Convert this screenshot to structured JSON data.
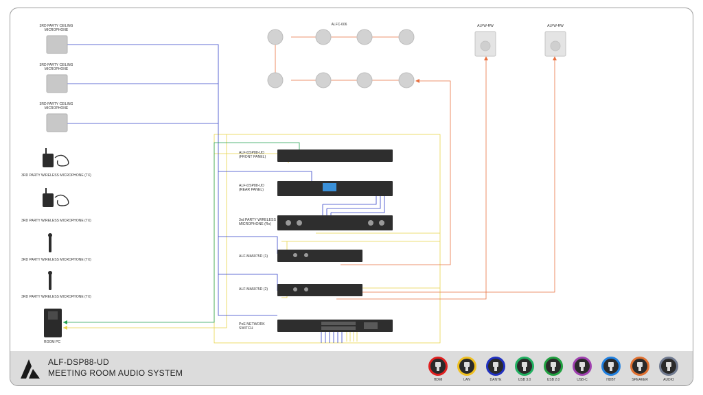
{
  "diagram": {
    "speaker_group_label": "ALFC-606",
    "wall_speakers": [
      {
        "label": "ALFW-RW"
      },
      {
        "label": "ALFW-RW"
      }
    ],
    "sources": [
      {
        "label": "3rd PARTY CEILING\nMICROPHONE",
        "icon": "ceiling-microphone-icon"
      },
      {
        "label": "3rd PARTY CEILING\nMICROPHONE",
        "icon": "ceiling-microphone-icon"
      },
      {
        "label": "3rd PARTY CEILING\nMICROPHONE",
        "icon": "ceiling-microphone-icon"
      },
      {
        "label": "3rd PARTY WIRELESS MICROPHONE (Tx)",
        "icon": "bodypack-transmitter-icon"
      },
      {
        "label": "3rd PARTY WIRELESS MICROPHONE (Tx)",
        "icon": "bodypack-transmitter-icon"
      },
      {
        "label": "3rd PARTY WIRELESS MICROPHONE (Tx)",
        "icon": "handheld-microphone-icon"
      },
      {
        "label": "3rd PARTY WIRELESS MICROPHONE (Tx)",
        "icon": "handheld-microphone-icon"
      },
      {
        "label": "ROOM PC",
        "icon": "room-pc-icon"
      }
    ],
    "rack_devices": [
      {
        "label": "ALF-DSP88-UD\n(FRONT PANEL)"
      },
      {
        "label": "ALF-DSP88-UD\n(REAR PANEL)"
      },
      {
        "label": "3rd PARTY WIRELESS\nMICROPHONE (Rx)"
      },
      {
        "label": "ALF-MA5075D (1)"
      },
      {
        "label": "ALF-MA5075D (2)"
      },
      {
        "label": "PoE NETWORK\nSWITCH"
      }
    ]
  },
  "footer": {
    "title_line1": "ALF-DSP88-UD",
    "title_line2": "MEETING ROOM AUDIO SYSTEM"
  },
  "legend": [
    {
      "label": "HDMI",
      "color": "#e02020"
    },
    {
      "label": "LAN",
      "color": "#f0c020"
    },
    {
      "label": "DANTE",
      "color": "#2030c0"
    },
    {
      "label": "USB 3.0",
      "color": "#20b060"
    },
    {
      "label": "USB 2.0",
      "color": "#20a040"
    },
    {
      "label": "USB-C",
      "color": "#a040b0"
    },
    {
      "label": "HDBT",
      "color": "#2080e0"
    },
    {
      "label": "SPEAKER",
      "color": "#e07030"
    },
    {
      "label": "AUDIO",
      "color": "#707a90"
    }
  ]
}
